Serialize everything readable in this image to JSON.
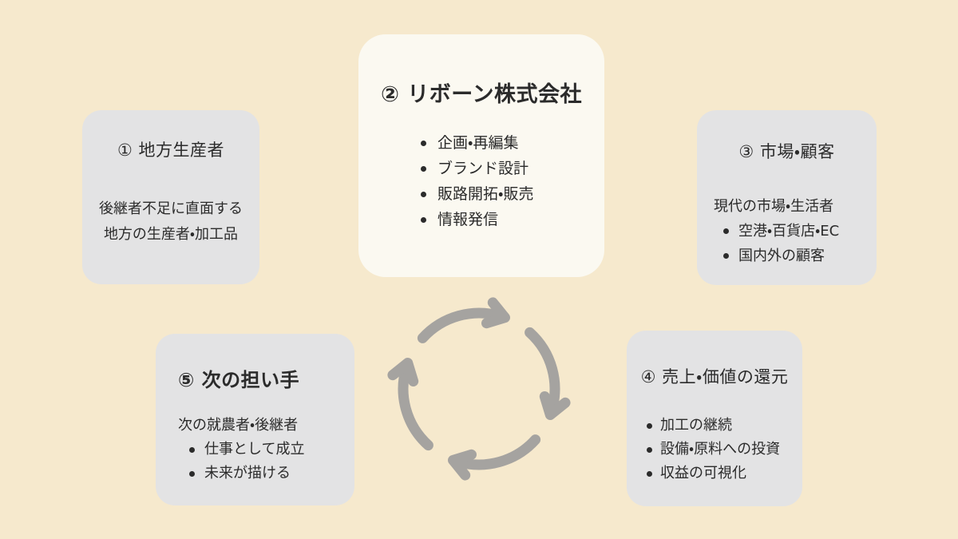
{
  "colors": {
    "bg": "#f6e9cd",
    "card": "#e3e3e4",
    "card-highlight": "#fbf9f1",
    "text": "#2b2b2b",
    "arrow": "#a5a3a0"
  },
  "diagram": {
    "producer": {
      "title": "① 地方生産者",
      "lines": [
        "後継者不足に直面する",
        "地方の生産者・加工品"
      ]
    },
    "company": {
      "title": "② リボーン株式会社",
      "bullets": [
        "企画・再編集",
        "ブランド設計",
        "販路開拓・販売",
        "情報発信"
      ]
    },
    "market": {
      "title": "③ 市場・顧客",
      "lead": "現代の市場・生活者",
      "bullets": [
        "空港・百貨店・EC",
        "国内外の顧客"
      ]
    },
    "returns": {
      "title": "④ 売上・価値の還元",
      "bullets": [
        "加工の継続",
        "設備・原料への投資",
        "収益の可視化"
      ]
    },
    "successors": {
      "title": "⑤ 次の担い手",
      "lead": "次の就農者・後継者",
      "bullets": [
        "仕事として成立",
        "未来が描ける"
      ]
    },
    "center_icon": "circular-cycle-arrows-clockwise"
  }
}
